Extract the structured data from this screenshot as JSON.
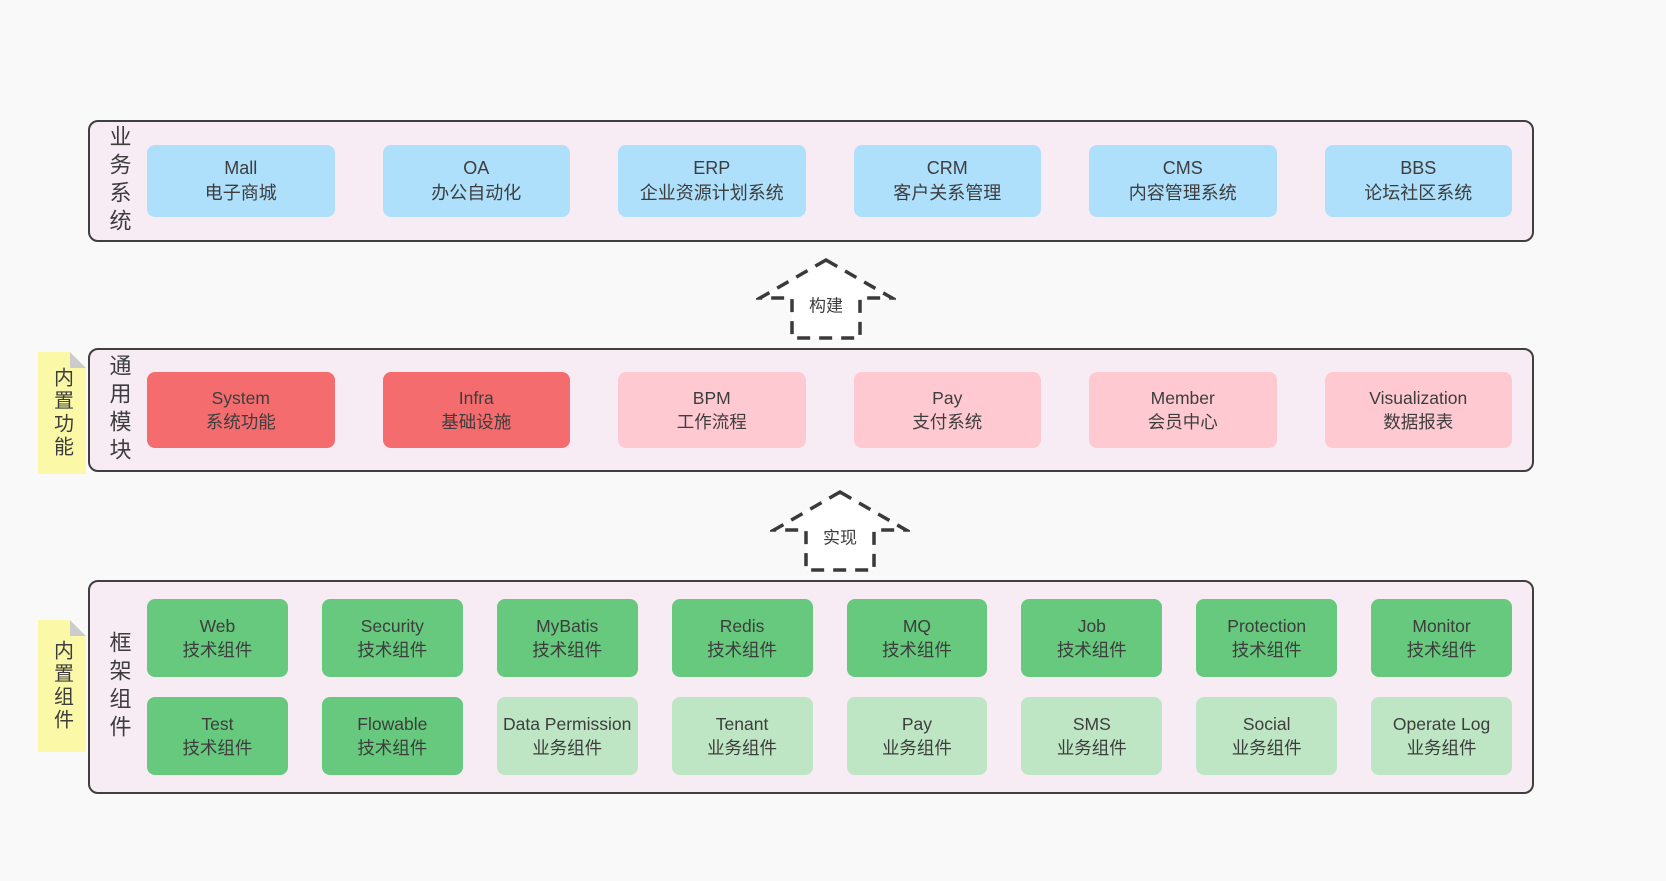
{
  "colors": {
    "page-bg": "#f9f9f9",
    "band-bg": "#f8ecf4",
    "band-border": "#3f3f3f",
    "text": "#3d3d3d",
    "blue": "#aedffb",
    "red": "#f56c6e",
    "pink": "#ffc9d2",
    "green": "#66c97d",
    "green-light": "#bee6c4",
    "sticky-yellow": "#fbf9a7",
    "sticky-fold": "#cccccc",
    "arrow-fill": "#ffffff"
  },
  "arrows": [
    {
      "label": "构建"
    },
    {
      "label": "实现"
    }
  ],
  "bands": [
    {
      "id": "business",
      "label": "业务系统",
      "rows": [
        [
          {
            "title": "Mall",
            "subtitle": "电子商城",
            "type": "blue"
          },
          {
            "title": "OA",
            "subtitle": "办公自动化",
            "type": "blue"
          },
          {
            "title": "ERP",
            "subtitle": "企业资源计划系统",
            "type": "blue"
          },
          {
            "title": "CRM",
            "subtitle": "客户关系管理",
            "type": "blue"
          },
          {
            "title": "CMS",
            "subtitle": "内容管理系统",
            "type": "blue"
          },
          {
            "title": "BBS",
            "subtitle": "论坛社区系统",
            "type": "blue"
          }
        ]
      ]
    },
    {
      "id": "modules",
      "label": "通用模块",
      "sticky": "内置功能",
      "rows": [
        [
          {
            "title": "System",
            "subtitle": "系统功能",
            "type": "red"
          },
          {
            "title": "Infra",
            "subtitle": "基础设施",
            "type": "red"
          },
          {
            "title": "BPM",
            "subtitle": "工作流程",
            "type": "pink"
          },
          {
            "title": "Pay",
            "subtitle": "支付系统",
            "type": "pink"
          },
          {
            "title": "Member",
            "subtitle": "会员中心",
            "type": "pink"
          },
          {
            "title": "Visualization",
            "subtitle": "数据报表",
            "type": "pink"
          }
        ]
      ]
    },
    {
      "id": "components",
      "label": "框架组件",
      "sticky": "内置组件",
      "rows": [
        [
          {
            "title": "Web",
            "subtitle": "技术组件",
            "type": "green"
          },
          {
            "title": "Security",
            "subtitle": "技术组件",
            "type": "green"
          },
          {
            "title": "MyBatis",
            "subtitle": "技术组件",
            "type": "green"
          },
          {
            "title": "Redis",
            "subtitle": "技术组件",
            "type": "green"
          },
          {
            "title": "MQ",
            "subtitle": "技术组件",
            "type": "green"
          },
          {
            "title": "Job",
            "subtitle": "技术组件",
            "type": "green"
          },
          {
            "title": "Protection",
            "subtitle": "技术组件",
            "type": "green"
          },
          {
            "title": "Monitor",
            "subtitle": "技术组件",
            "type": "green"
          }
        ],
        [
          {
            "title": "Test",
            "subtitle": "技术组件",
            "type": "green"
          },
          {
            "title": "Flowable",
            "subtitle": "技术组件",
            "type": "green"
          },
          {
            "title": "Data Permission",
            "subtitle": "业务组件",
            "type": "green-light"
          },
          {
            "title": "Tenant",
            "subtitle": "业务组件",
            "type": "green-light"
          },
          {
            "title": "Pay",
            "subtitle": "业务组件",
            "type": "green-light"
          },
          {
            "title": "SMS",
            "subtitle": "业务组件",
            "type": "green-light"
          },
          {
            "title": "Social",
            "subtitle": "业务组件",
            "type": "green-light"
          },
          {
            "title": "Operate Log",
            "subtitle": "业务组件",
            "type": "green-light"
          }
        ]
      ]
    }
  ]
}
